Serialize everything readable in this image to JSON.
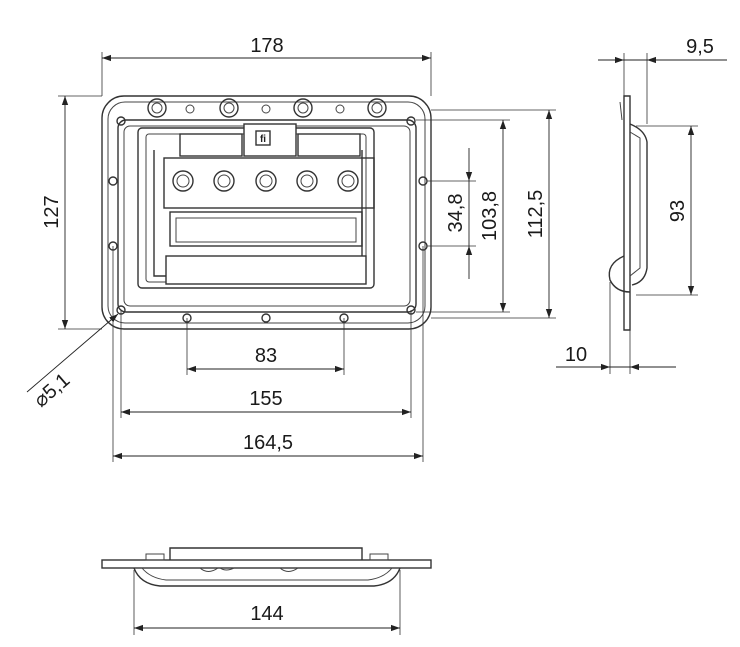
{
  "dimensions": {
    "overall_width": "178",
    "overall_height": "127",
    "hole_spacing_bottom": "83",
    "inner_width": "155",
    "hole_pitch_width": "164,5",
    "side_hole_spacing": "34,8",
    "recess_height": "103,8",
    "hole_pitch_height": "112,5",
    "hole_diameter": "⌀5,1",
    "side_thickness": "9,5",
    "side_height": "93",
    "side_depth": "10",
    "bottom_width": "144"
  },
  "logo_text": "fi",
  "colors": {
    "line": "#333333",
    "text": "#1a1a1a",
    "background": "#ffffff"
  }
}
